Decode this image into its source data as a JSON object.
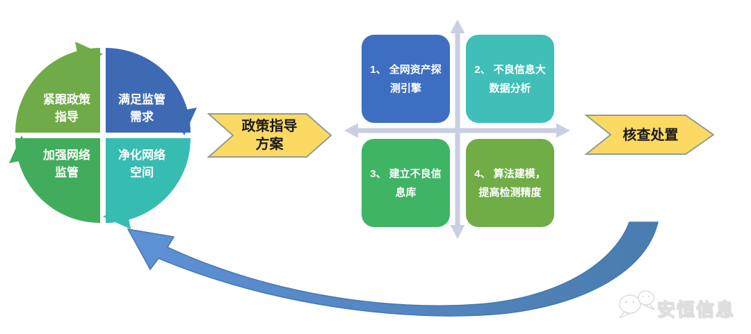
{
  "cycle": {
    "top_left": {
      "line1": "紧跟政策",
      "line2": "指导",
      "color": "#6FAC49"
    },
    "top_right": {
      "line1": "满足监管",
      "line2": "需求",
      "color": "#3E6AB4"
    },
    "bottom_left": {
      "line1": "加强网络",
      "line2": "监管",
      "color": "#41AD5C"
    },
    "bottom_right": {
      "line1": "净化网络",
      "line2": "空间",
      "color": "#37BCB1"
    }
  },
  "flow": {
    "left_arrow": {
      "line1": "政策指导",
      "line2": "方案",
      "fill": "#FBD962",
      "stroke": "#8E9E96"
    },
    "right_arrow": {
      "label": "核查处置",
      "fill": "#FBD962",
      "stroke": "#8E9E96"
    }
  },
  "matrix": {
    "axis_color": "#C9CEE4",
    "items": [
      {
        "line1": "1、 全网资产探",
        "line2": "测引擎",
        "color": "#3D6EC1"
      },
      {
        "line1": "2、 不良信息大",
        "line2": "数据分析",
        "color": "#3FBFB7"
      },
      {
        "line1": "3、 建立不良信",
        "line2": "息库",
        "color": "#3FB464"
      },
      {
        "line1": "4、 算法建模，",
        "line2": "提高检测精度",
        "color": "#70AD47"
      }
    ]
  },
  "return_arrow": {
    "color_left": "#5E91D6",
    "color_right": "#4A7CAE",
    "outline": "#4478B0"
  },
  "watermark": {
    "text": "安恒信息"
  }
}
